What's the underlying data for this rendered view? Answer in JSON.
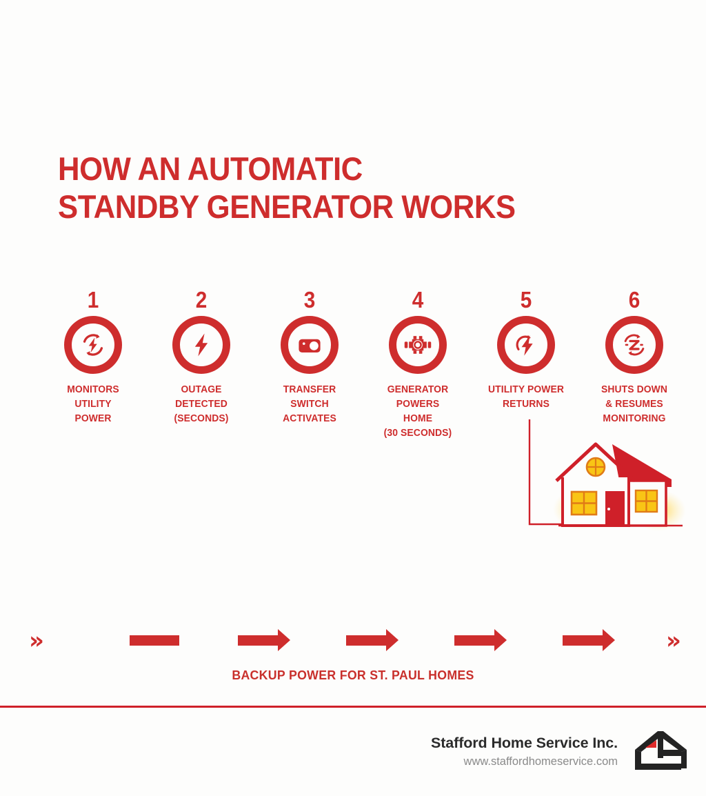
{
  "theme": {
    "background": "#fdfdfc",
    "brand_red": "#ce2d2d",
    "divider_red": "#cf2029",
    "window_yellow": "#f9c515",
    "logo_dark": "#232323",
    "logo_red": "#e02b2b",
    "footer_text": "#2b2b2b",
    "footer_muted": "#8a8a8a"
  },
  "title": {
    "line1": "HOW AN AUTOMATIC",
    "line2": "STANDBY GENERATOR WORKS"
  },
  "flow": {
    "lead_chevron": "»",
    "trail_chevron": "»",
    "steps": [
      {
        "number": "1",
        "label": "MONITORS\nUTILITY\nPOWER",
        "icon": "refresh-bolt-icon"
      },
      {
        "number": "2",
        "label": "OUTAGE\nDETECTED\n(SECONDS)",
        "icon": "lightning-bolt-icon"
      },
      {
        "number": "3",
        "label": "TRANSFER\nSWITCH\nACTIVATES",
        "icon": "toggle-switch-icon"
      },
      {
        "number": "4",
        "label": "GENERATOR\nPOWERS\nHOME\n(30 SECONDS)",
        "icon": "generator-engine-icon"
      },
      {
        "number": "5",
        "label": "UTILITY POWER\nRETURNS",
        "icon": "arc-arrow-bolt-icon"
      },
      {
        "number": "6",
        "label": "SHUTS DOWN\n& RESUMES\nMONITORING",
        "icon": "standby-sleep-icon"
      }
    ]
  },
  "illustration": {
    "name": "powered-home-illustration",
    "description": "House with lit windows connected by a line from step 5"
  },
  "tagline": "BACKUP POWER FOR ST. PAUL HOMES",
  "footer": {
    "company": "Stafford Home Service Inc.",
    "website": "www.staffordhomeservice.com",
    "logo_name": "stafford-home-service-logo"
  }
}
